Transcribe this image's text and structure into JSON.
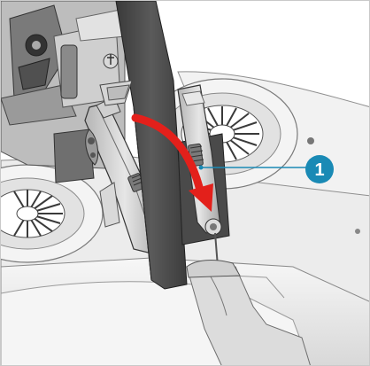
{
  "callout": {
    "label": "1",
    "badge_color": "#1a8ab5",
    "leader_color": "#1a8ab5",
    "text_color": "#ffffff"
  },
  "arrow": {
    "color": "#e3201b",
    "direction": "clockwise-down",
    "indicates": "rotation"
  },
  "colors": {
    "housing_light": "#eeeeee",
    "housing_mid": "#c8c8c8",
    "housing_dark": "#5a5a5a",
    "plate_dark": "#454545",
    "background": "#ffffff"
  },
  "parts": [
    "central-divider-plate",
    "left-latch-lever",
    "right-latch-lever",
    "left-rotor",
    "right-rotor",
    "upper-mechanism-block",
    "lower-housing"
  ]
}
